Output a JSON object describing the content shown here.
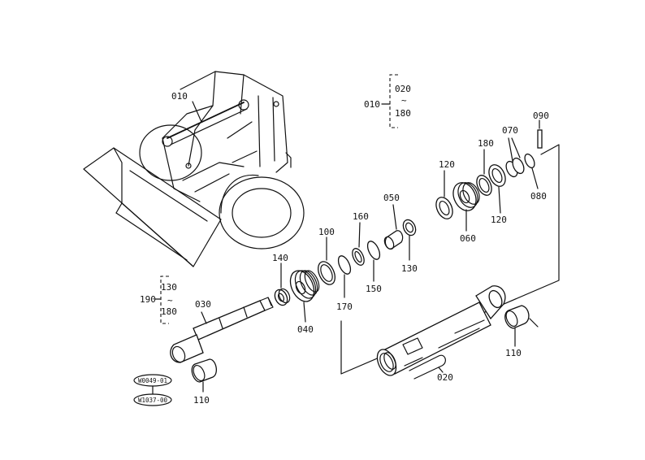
{
  "callouts": {
    "c010": "010",
    "c020": "020",
    "c030": "030",
    "c040": "040",
    "c050": "050",
    "c060": "060",
    "c070": "070",
    "c080": "080",
    "c090": "090",
    "c100": "100",
    "c110_left": "110",
    "c110_right": "110",
    "c120_left": "120",
    "c120_right": "120",
    "c130": "130",
    "c140": "140",
    "c150": "150",
    "c160": "160",
    "c170": "170",
    "c180": "180"
  },
  "set_top": {
    "parent": "010",
    "first": "020",
    "tilde": "~",
    "last": "180"
  },
  "set_left": {
    "parent": "190",
    "first": "130",
    "tilde": "~",
    "last": "180"
  },
  "stamps": {
    "upper": "W0049-01",
    "lower": "W1037-00"
  }
}
